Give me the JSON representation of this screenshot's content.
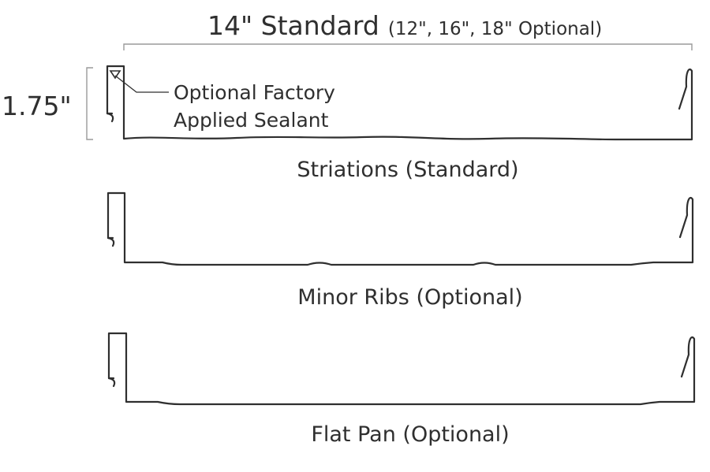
{
  "width_label": {
    "main": "14\" Standard",
    "sub": "(12\", 16\", 18\" Optional)"
  },
  "height_label": "1.75\"",
  "callout": {
    "line1": "Optional Factory",
    "line2": "Applied Sealant"
  },
  "profiles": [
    {
      "label": "Striations (Standard)"
    },
    {
      "label": "Minor Ribs (Optional)"
    },
    {
      "label": "Flat Pan (Optional)"
    }
  ]
}
